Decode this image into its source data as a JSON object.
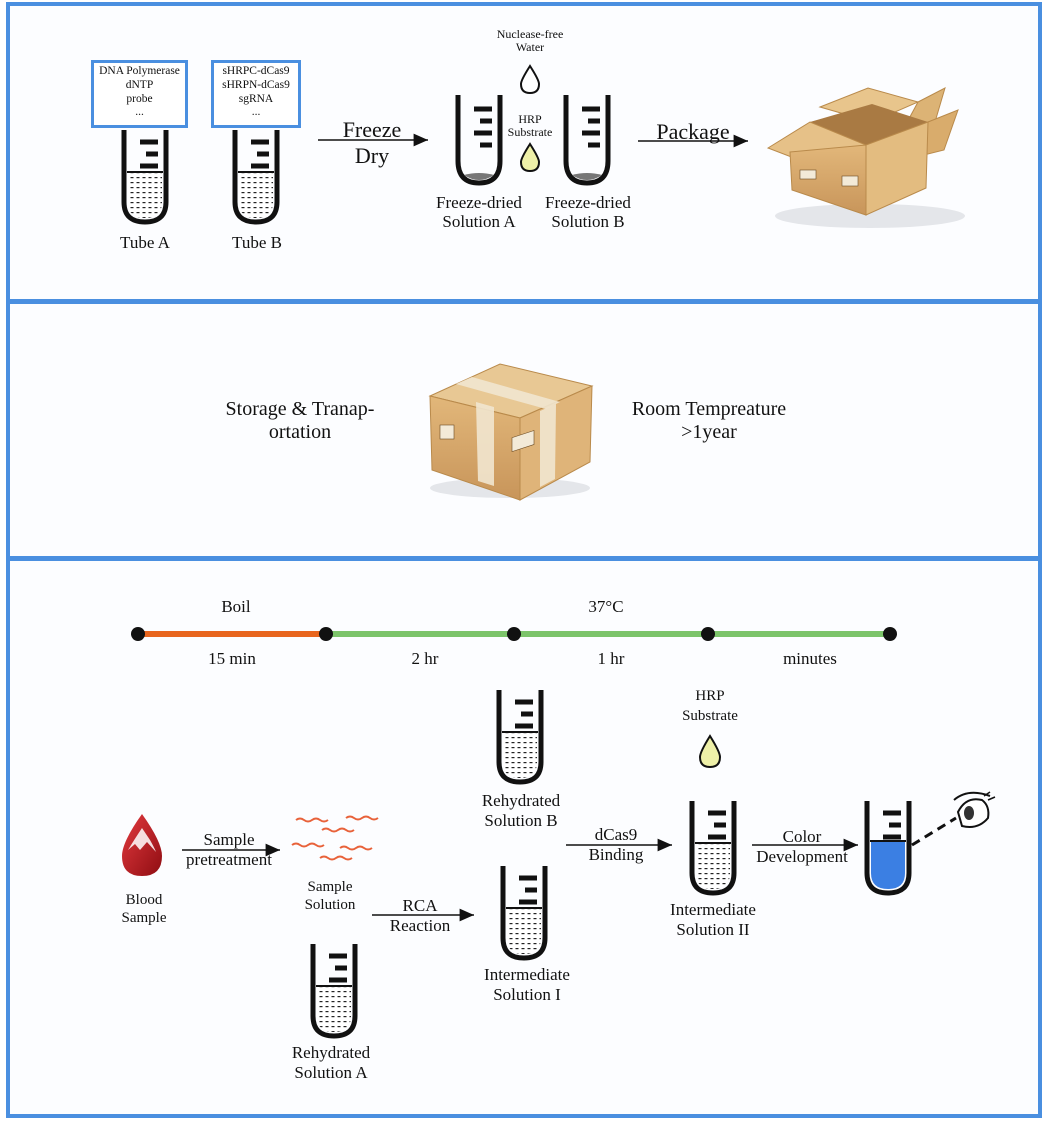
{
  "colors": {
    "panel_border": "#4a8fe0",
    "boil_line": "#e8651e",
    "incubation_line": "#7cc46a",
    "blood": "#c4161c",
    "substrate": "#eef0a8",
    "blue_liquid": "#3b7fe3",
    "cardboard": "#d8ab6a"
  },
  "panel1": {
    "tube_a": {
      "reagents": [
        "DNA Polymerase",
        "dNTP",
        "probe",
        "..."
      ],
      "label": "Tube A"
    },
    "tube_b": {
      "reagents": [
        "sHRPC-dCas9",
        "sHRPN-dCas9",
        "sgRNA",
        "..."
      ],
      "label": "Tube B"
    },
    "freeze_dry_arrow": [
      "Freeze",
      "Dry"
    ],
    "water": [
      "Nuclease-free",
      "Water"
    ],
    "hrp_substrate": [
      "HRP",
      "Substrate"
    ],
    "solution_a": [
      "Freeze-dried",
      "Solution A"
    ],
    "solution_b": [
      "Freeze-dried",
      "Solution B"
    ],
    "package_arrow": "Package",
    "open_box_icon": "open-cardboard-box-icon"
  },
  "panel2": {
    "storage": [
      "Storage & Tranap-",
      "ortation"
    ],
    "closed_box_icon": "closed-cardboard-box-icon",
    "room_temp": [
      "Room Tempreature",
      ">1year"
    ]
  },
  "panel3": {
    "timeline": {
      "above": {
        "boil": "Boil",
        "temp": "37°C"
      },
      "durations": [
        "15 min",
        "2 hr",
        "1 hr",
        "minutes"
      ]
    },
    "blood_sample": [
      "Blood",
      "Sample"
    ],
    "sample_pretreatment_arrow": [
      "Sample",
      "pretreatment"
    ],
    "sample_solution": [
      "Sample",
      "Solution"
    ],
    "rehydrated_a": [
      "Rehydrated",
      "Solution A"
    ],
    "rca_arrow": [
      "RCA",
      "Reaction"
    ],
    "rehydrated_b": [
      "Rehydrated",
      "Solution B"
    ],
    "intermediate_i": [
      "Intermediate",
      "Solution I"
    ],
    "dcas9_arrow": [
      "dCas9",
      "Binding"
    ],
    "hrp_substrate": [
      "HRP",
      "Substrate"
    ],
    "intermediate_ii": [
      "Intermediate",
      "Solution II"
    ],
    "color_arrow": [
      "Color",
      "Development"
    ],
    "eye_icon": "eye-icon"
  }
}
